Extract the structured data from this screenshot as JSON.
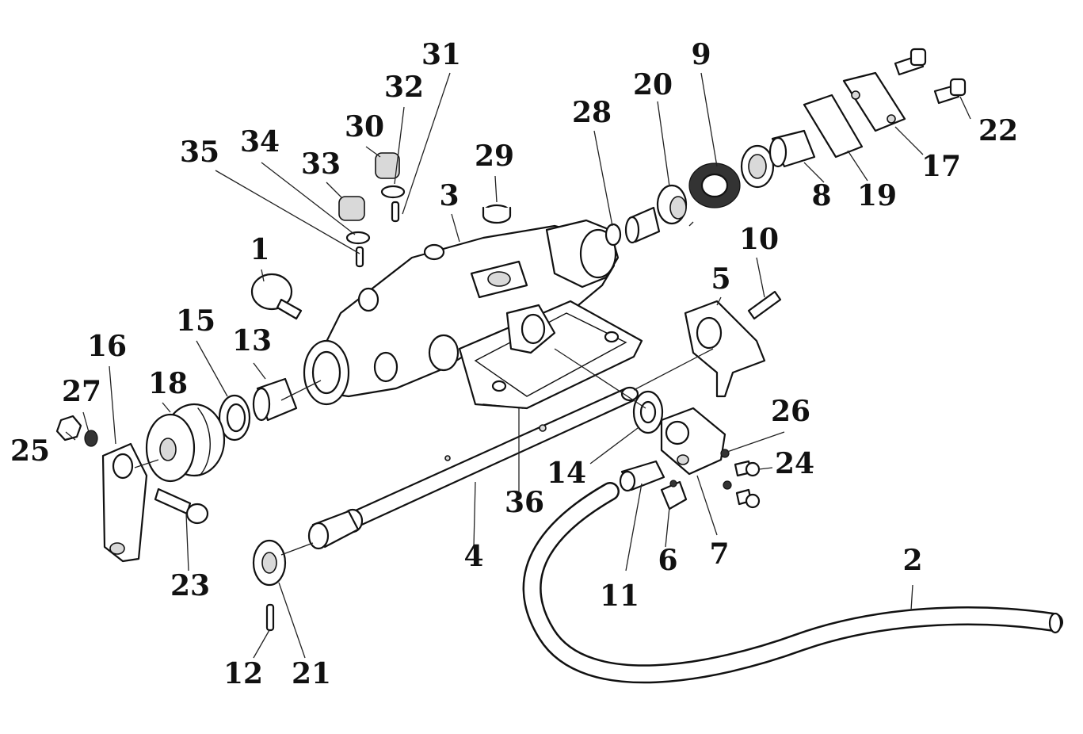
{
  "diagram": {
    "colors": {
      "ink": "#111111",
      "paper": "#ffffff",
      "shade": "#d9d9d9"
    },
    "callouts": [
      {
        "id": "c1",
        "text": "1"
      },
      {
        "id": "c2",
        "text": "2"
      },
      {
        "id": "c3",
        "text": "3"
      },
      {
        "id": "c4",
        "text": "4"
      },
      {
        "id": "c5",
        "text": "5"
      },
      {
        "id": "c6",
        "text": "6"
      },
      {
        "id": "c7",
        "text": "7"
      },
      {
        "id": "c8",
        "text": "8"
      },
      {
        "id": "c9",
        "text": "9"
      },
      {
        "id": "c10",
        "text": "10"
      },
      {
        "id": "c11",
        "text": "11"
      },
      {
        "id": "c12",
        "text": "12"
      },
      {
        "id": "c13",
        "text": "13"
      },
      {
        "id": "c14",
        "text": "14"
      },
      {
        "id": "c15",
        "text": "15"
      },
      {
        "id": "c16",
        "text": "16"
      },
      {
        "id": "c17",
        "text": "17"
      },
      {
        "id": "c18",
        "text": "18"
      },
      {
        "id": "c19",
        "text": "19"
      },
      {
        "id": "c20",
        "text": "20"
      },
      {
        "id": "c21",
        "text": "21"
      },
      {
        "id": "c22",
        "text": "22"
      },
      {
        "id": "c23",
        "text": "23"
      },
      {
        "id": "c24",
        "text": "24"
      },
      {
        "id": "c25",
        "text": "25"
      },
      {
        "id": "c26",
        "text": "26"
      },
      {
        "id": "c27",
        "text": "27"
      },
      {
        "id": "c28",
        "text": "28"
      },
      {
        "id": "c29",
        "text": "29"
      },
      {
        "id": "c30",
        "text": "30"
      },
      {
        "id": "c31",
        "text": "31"
      },
      {
        "id": "c32",
        "text": "32"
      },
      {
        "id": "c33",
        "text": "33"
      },
      {
        "id": "c34",
        "text": "34"
      },
      {
        "id": "c35",
        "text": "35"
      },
      {
        "id": "c36",
        "text": "36"
      }
    ]
  }
}
